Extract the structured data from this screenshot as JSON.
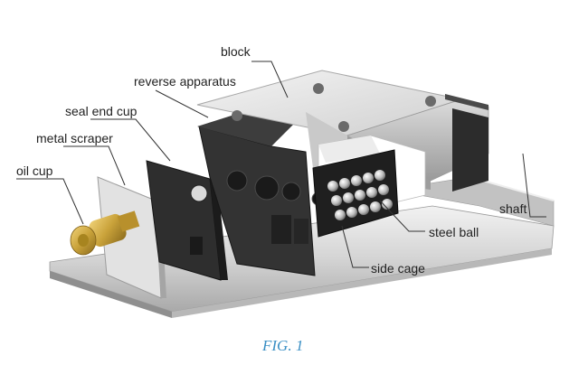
{
  "labels": {
    "block": "block",
    "reverse_apparatus": "reverse apparatus",
    "seal_end_cup": "seal end cup",
    "metal_scraper": "metal scraper",
    "oil_cup": "oil cup",
    "shaft": "shaft",
    "steel_ball": "steel ball",
    "side_cage": "side cage"
  },
  "caption": "FIG. 1",
  "colors": {
    "caption": "#3a8fc4",
    "rail": "#d9d9d9",
    "block_top": "#e6e6e6",
    "dark_parts": "#2a2a2a",
    "brass": "#c9a23a"
  }
}
